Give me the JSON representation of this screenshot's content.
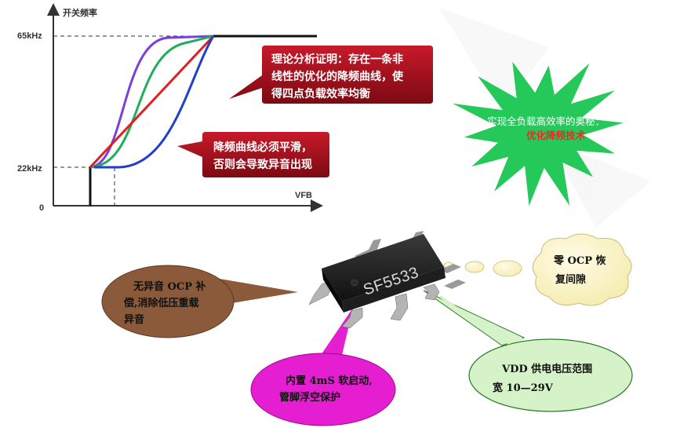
{
  "graph": {
    "y_axis_label": "开关频率",
    "x_axis_label": "VFB",
    "y_high_label": "65kHz",
    "y_low_label": "22kHz",
    "origin_label": "0",
    "curve_colors": [
      "#7b3fe0",
      "#1fae5a",
      "#e02020",
      "#1f3fcf"
    ]
  },
  "callouts": {
    "theory": [
      "理论分析证明：存在一条非",
      "线性的优化的降频曲线，使",
      "得四点负载效率均衡"
    ],
    "smooth": [
      "降频曲线必须平滑，",
      "否则会导致异音出现"
    ]
  },
  "burst": {
    "line1": "实现全负载高效率的奥秘：",
    "line2": "优化降频技术"
  },
  "chip": {
    "label": "SF5533"
  },
  "bubbles": {
    "brown": [
      "无异音 OCP 补",
      "偿,消除低压重载",
      "异音"
    ],
    "magenta": [
      "内置 4mS 软启动,",
      "管脚浮空保护"
    ],
    "green": [
      "VDD 供电电压范围",
      "宽    10—29V"
    ],
    "thought": [
      "零 OCP 恢",
      "复间隙"
    ]
  },
  "colors": {
    "callout_red": "#a8101c",
    "burst_green": "#25c95a",
    "brown_bubble": "#8a5a3a",
    "magenta_bubble": "#e61ed2",
    "green_bubble": "#d6f2c8",
    "thought_bubble": "#fdf6c8"
  }
}
